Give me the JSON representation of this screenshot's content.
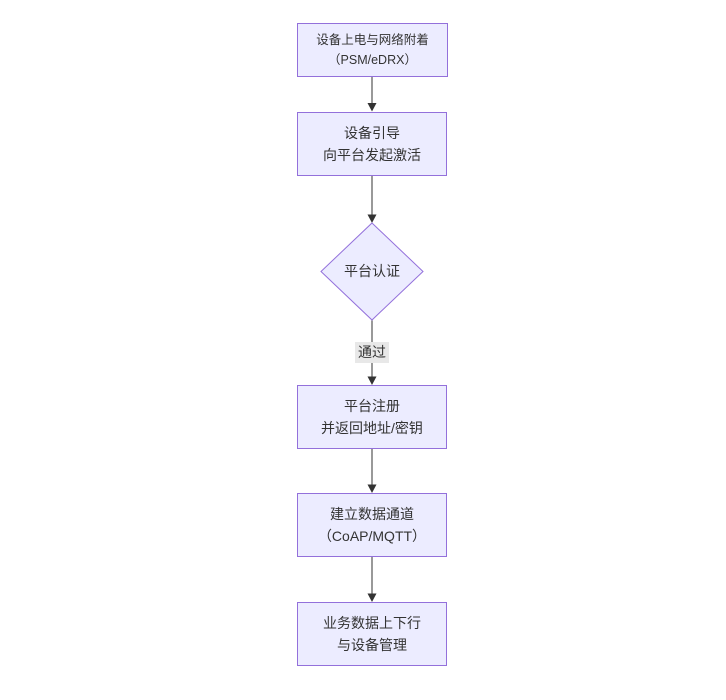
{
  "diagram": {
    "type": "flowchart",
    "direction": "top-to-bottom",
    "colors": {
      "node_fill": "#ECECFF",
      "node_border": "#9370DB",
      "edge_color": "#333333",
      "edge_label_background": "#E8E8E8",
      "text_color": "#333333",
      "canvas_background": "#FFFFFF"
    },
    "nodes": [
      {
        "id": "power_attach",
        "shape": "rect",
        "lines": [
          "设备上电与网络附着",
          "（PSM/eDRX）"
        ]
      },
      {
        "id": "bootstrap",
        "shape": "rect",
        "lines": [
          "设备引导",
          "向平台发起激活"
        ]
      },
      {
        "id": "auth",
        "shape": "diamond",
        "lines": [
          "平台认证"
        ]
      },
      {
        "id": "register",
        "shape": "rect",
        "lines": [
          "平台注册",
          "并返回地址/密钥"
        ]
      },
      {
        "id": "channel",
        "shape": "rect",
        "lines": [
          "建立数据通道",
          "（CoAP/MQTT）"
        ]
      },
      {
        "id": "business",
        "shape": "rect",
        "lines": [
          "业务数据上下行",
          "与设备管理"
        ]
      }
    ],
    "edges": [
      {
        "from": "power_attach",
        "to": "bootstrap",
        "label": ""
      },
      {
        "from": "bootstrap",
        "to": "auth",
        "label": ""
      },
      {
        "from": "auth",
        "to": "register",
        "label": "通过"
      },
      {
        "from": "register",
        "to": "channel",
        "label": ""
      },
      {
        "from": "channel",
        "to": "business",
        "label": ""
      }
    ]
  }
}
